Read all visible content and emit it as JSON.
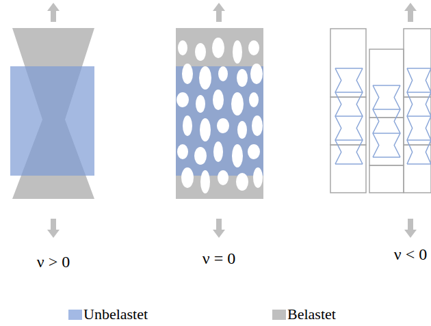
{
  "diagram": {
    "labels": [
      "ν > 0",
      "ν = 0",
      "ν < 0"
    ],
    "legend": [
      {
        "text": "Unbelastet",
        "color": "#a3b9e4"
      },
      {
        "text": "Belastet",
        "color": "#bfbfbf"
      }
    ]
  }
}
